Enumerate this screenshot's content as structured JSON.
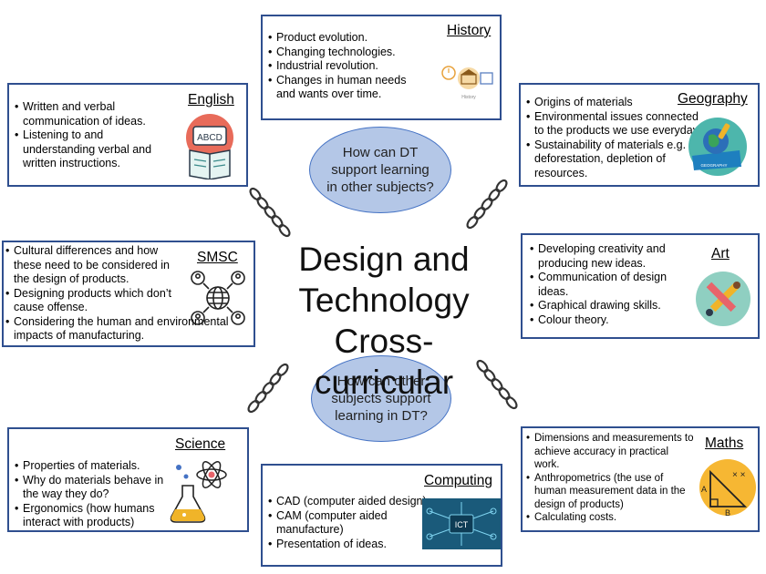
{
  "center": {
    "line1": "Design and",
    "line2": "Technology",
    "line3": "Cross-curricular"
  },
  "questions": {
    "top": "How can DT support learning in other subjects?",
    "bottom": "How can other subjects support learning in DT?"
  },
  "colors": {
    "box_border": "#2f4f8f",
    "ellipse_fill": "#b4c7e7",
    "ellipse_border": "#4472c4"
  },
  "boxes": {
    "history": {
      "title": "History",
      "items": [
        "Product evolution.",
        "Changing technologies.",
        "Industrial revolution.",
        "Changes in human needs and wants over time."
      ],
      "icon": "history-museum-icon",
      "icon_caption": "History"
    },
    "english": {
      "title": "English",
      "items": [
        "Written and verbal communication of ideas.",
        "Listening to and understanding verbal and written instructions."
      ],
      "icon": "abcd-book-icon",
      "icon_caption": "ABCD"
    },
    "geography": {
      "title": "Geography",
      "items": [
        "Origins of materials",
        "Environmental issues connected to the products we use everyday.",
        "Sustainability of materials e.g. deforestation, depletion of resources."
      ],
      "icon": "globe-book-icon",
      "icon_caption": "GEOGRAPHY"
    },
    "smsc": {
      "title": "SMSC",
      "items": [
        "Cultural differences and how these need to be considered in the design of products.",
        "Designing products which don’t cause offense.",
        "Considering the human and environmental impacts of manufacturing."
      ],
      "icon": "global-people-icon"
    },
    "art": {
      "title": "Art",
      "items": [
        "Developing creativity and producing new ideas.",
        "Communication of design ideas.",
        "Graphical drawing skills.",
        "Colour theory."
      ],
      "icon": "pencil-brush-icon"
    },
    "science": {
      "title": "Science",
      "items": [
        "Properties of materials.",
        "Why do materials behave in the way they do?",
        "Ergonomics (how humans interact with products)"
      ],
      "icon": "flask-atom-icon"
    },
    "computing": {
      "title": "Computing",
      "items": [
        "CAD (computer aided design)",
        "CAM (computer aided manufacture)",
        "Presentation of ideas."
      ],
      "icon": "ict-circuit-icon",
      "icon_caption": "ICT"
    },
    "maths": {
      "title": "Maths",
      "items": [
        "Dimensions and measurements to achieve accuracy in practical work.",
        "Anthropometrics (the use of human measurement data in the design of products)",
        "Calculating costs."
      ],
      "icon": "geometry-triangle-icon",
      "icon_label_a": "A",
      "icon_label_b": "B"
    }
  }
}
